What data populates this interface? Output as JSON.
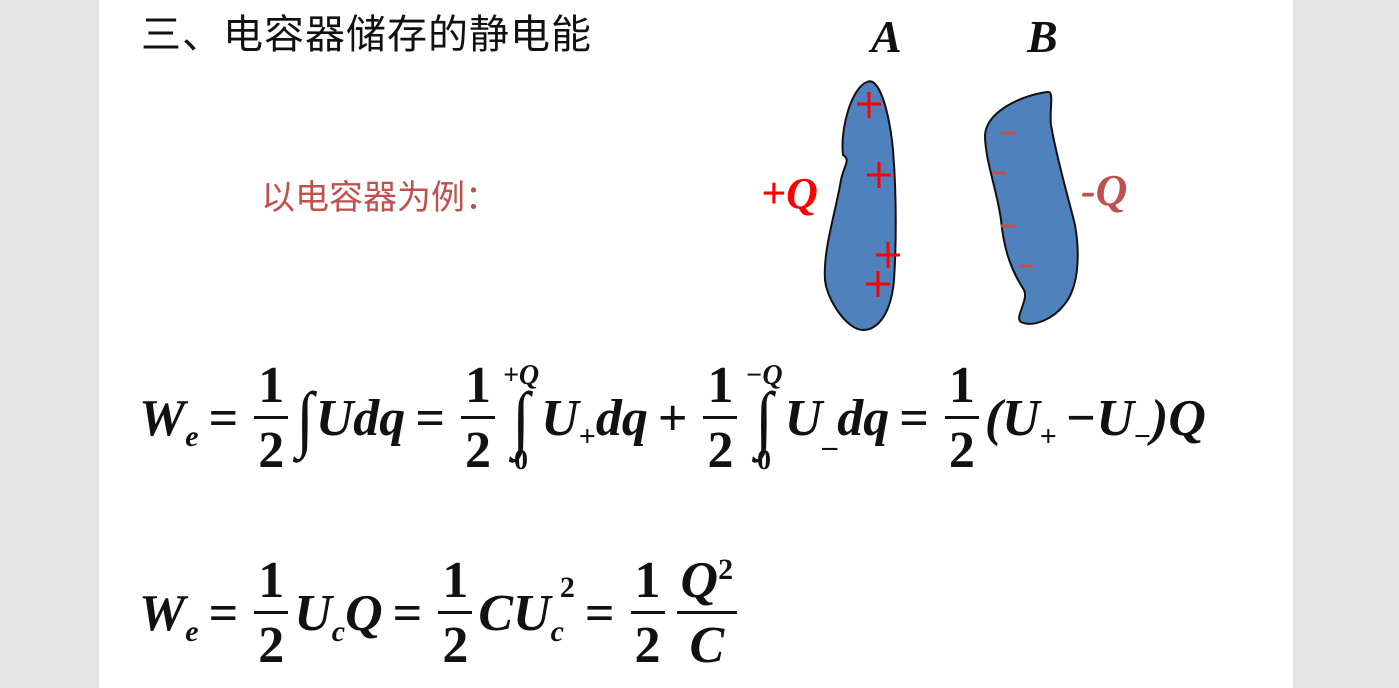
{
  "slide": {
    "title": "三、电容器储存的静电能",
    "example_label": "以电容器为例：",
    "diagram": {
      "conductor_a": {
        "label": "A",
        "charge": "+Q",
        "charge_color": "#ff0000",
        "fill": "#4f81bd",
        "marks": [
          "+",
          "+",
          "+",
          "+"
        ]
      },
      "conductor_b": {
        "label": "B",
        "charge": "-Q",
        "charge_color": "#c0504d",
        "fill": "#4f81bd",
        "marks": [
          "-",
          "-",
          "-",
          "-"
        ]
      }
    },
    "equation1": {
      "lhs": "W",
      "lhs_sub": "e",
      "eq": "=",
      "half_num": "1",
      "half_den": "2",
      "integrand1": "Udq",
      "int2_upper": "+Q",
      "int2_lower": "0",
      "integrand2_U": "U",
      "integrand2_sub": "+",
      "integrand2_rest": "dq",
      "plus": "+",
      "int3_upper": "−Q",
      "int3_lower": "0",
      "integrand3_U": "U",
      "integrand3_sub": "_",
      "integrand3_rest": "dq",
      "result_open": "(U",
      "result_sub_plus": "+",
      "result_minus": "−U",
      "result_sub_minus": "−",
      "result_close": ")Q",
      "integral_symbol": "∫"
    },
    "equation2": {
      "lhs": "W",
      "lhs_sub": "e",
      "eq": "=",
      "half_num": "1",
      "half_den": "2",
      "term1": "U",
      "term1_sub": "c",
      "term1_rest": "Q",
      "term2": "CU",
      "term2_sub": "c",
      "term2_sup": "2",
      "frac_num": "Q",
      "frac_num_sup": "2",
      "frac_den": "C"
    }
  }
}
